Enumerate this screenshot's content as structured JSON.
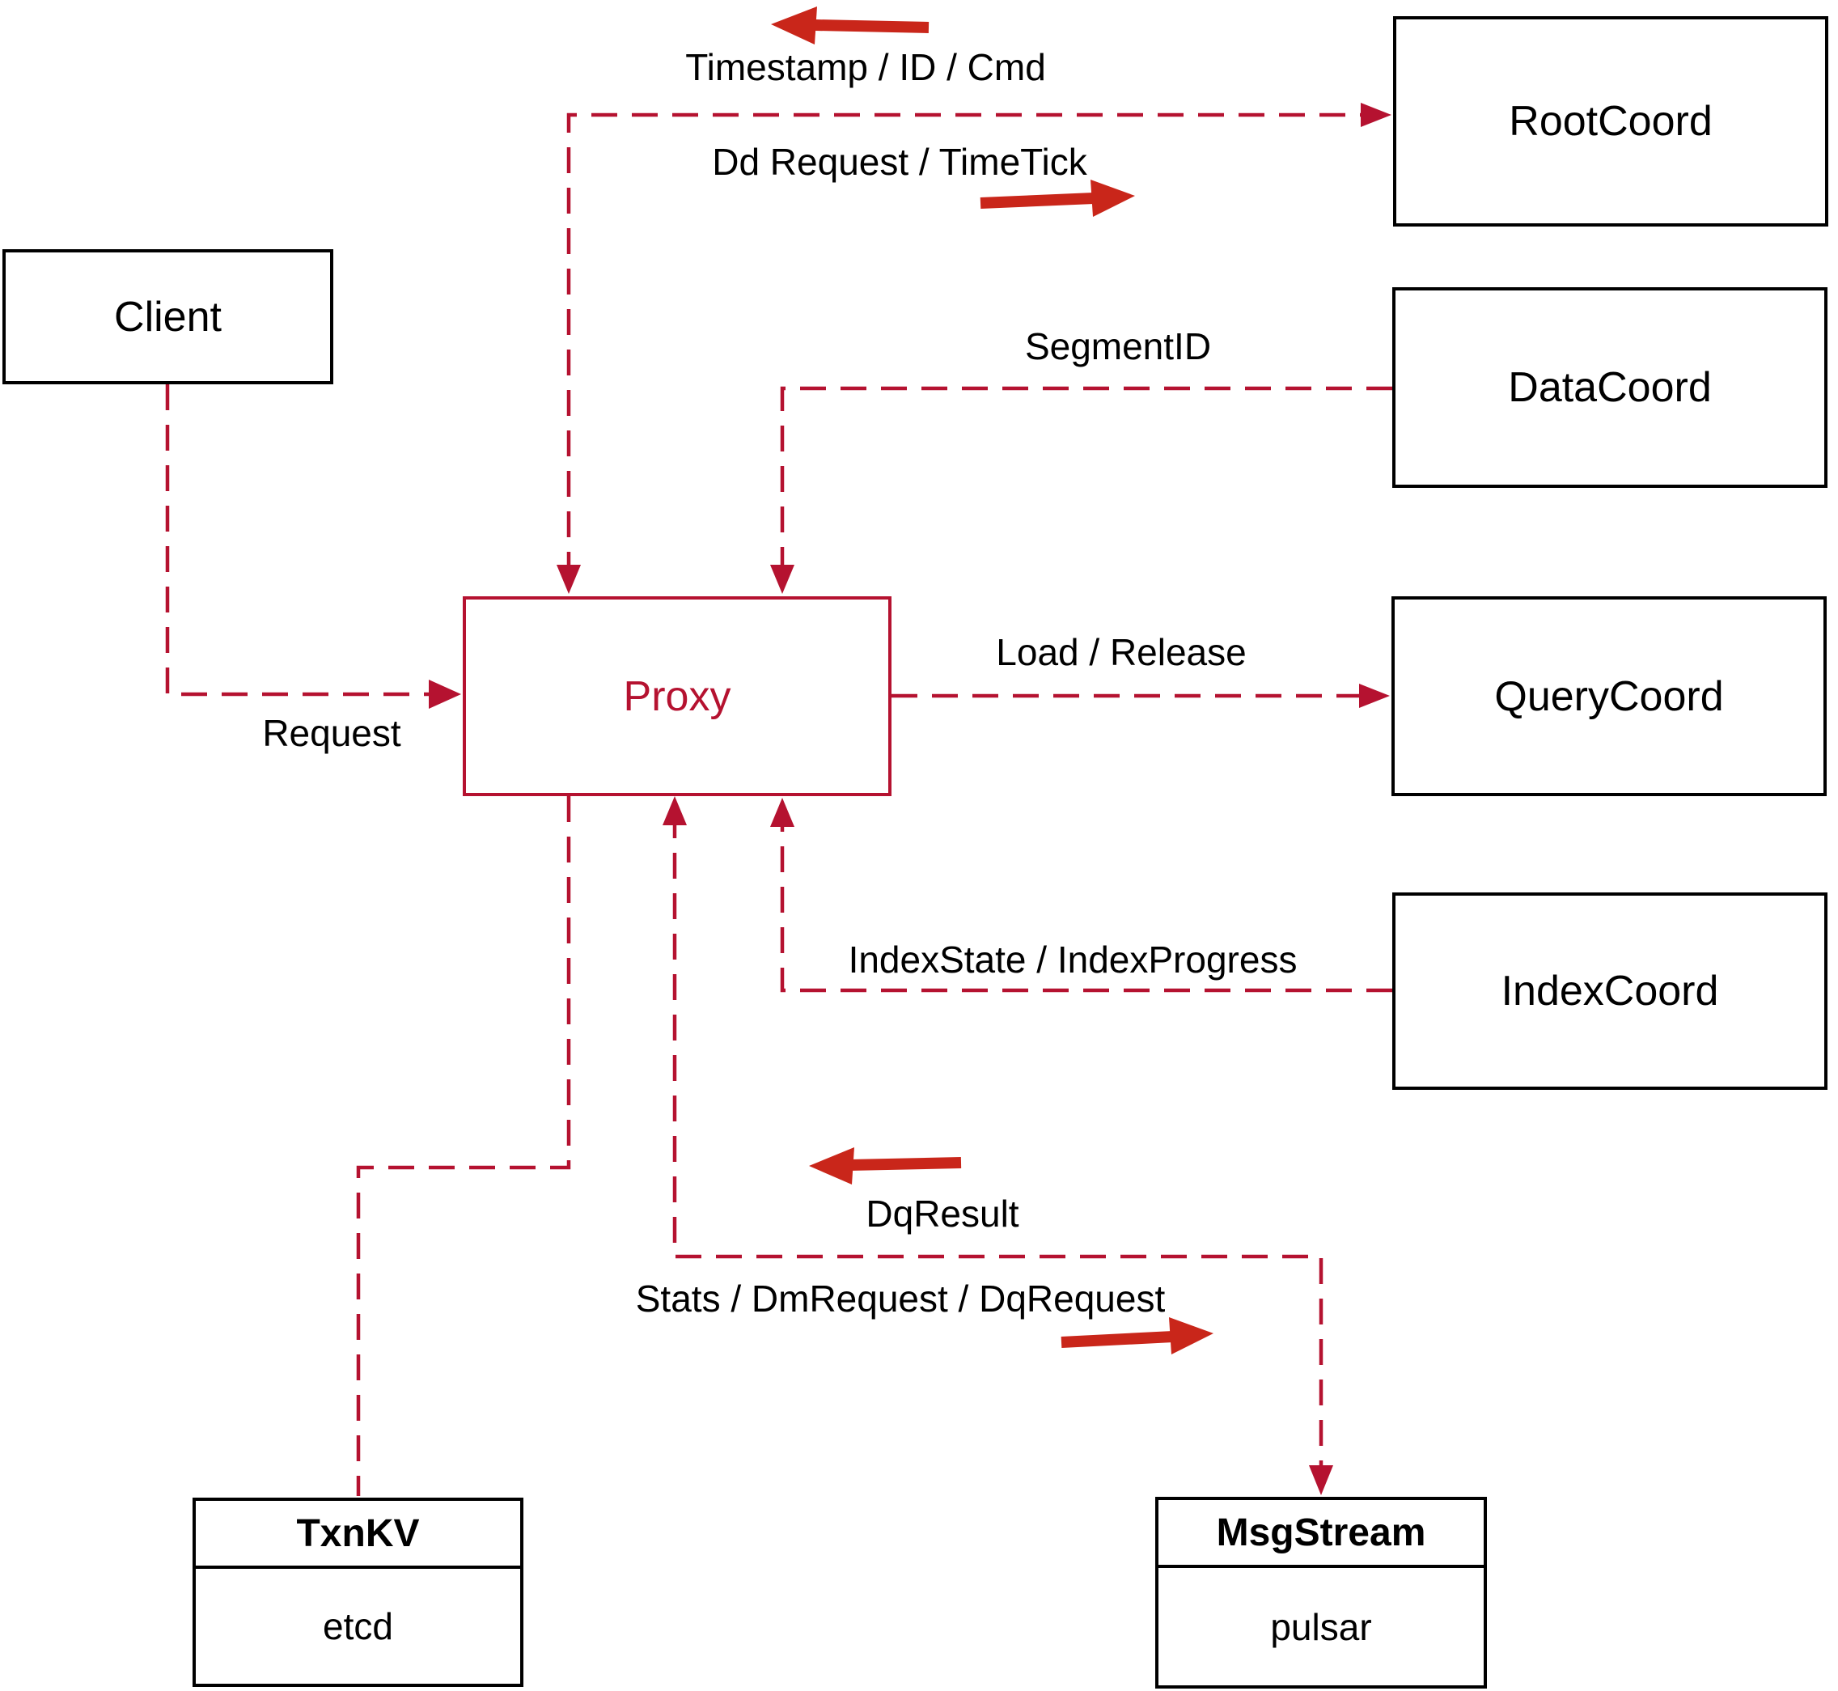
{
  "diagram": {
    "nodes": {
      "client": {
        "label": "Client"
      },
      "root_coord": {
        "label": "RootCoord"
      },
      "data_coord": {
        "label": "DataCoord"
      },
      "query_coord": {
        "label": "QueryCoord"
      },
      "index_coord": {
        "label": "IndexCoord"
      },
      "proxy": {
        "label": "Proxy"
      },
      "txn_kv": {
        "title": "TxnKV",
        "subtitle": "etcd"
      },
      "msg_stream": {
        "title": "MsgStream",
        "subtitle": "pulsar"
      }
    },
    "edge_labels": {
      "timestamp": "Timestamp / ID / Cmd",
      "dd_request": "Dd Request / TimeTick",
      "segment_id": "SegmentID",
      "load_release": "Load / Release",
      "index_state": "IndexState / IndexProgress",
      "dq_result": "DqResult",
      "stats": "Stats / DmRequest / DqRequest",
      "request": "Request"
    },
    "colors": {
      "line": "#b51230",
      "arrow": "#c9261a",
      "box_border": "#000000",
      "text": "#000000",
      "proxy": "#b51230",
      "background": "#ffffff"
    }
  }
}
